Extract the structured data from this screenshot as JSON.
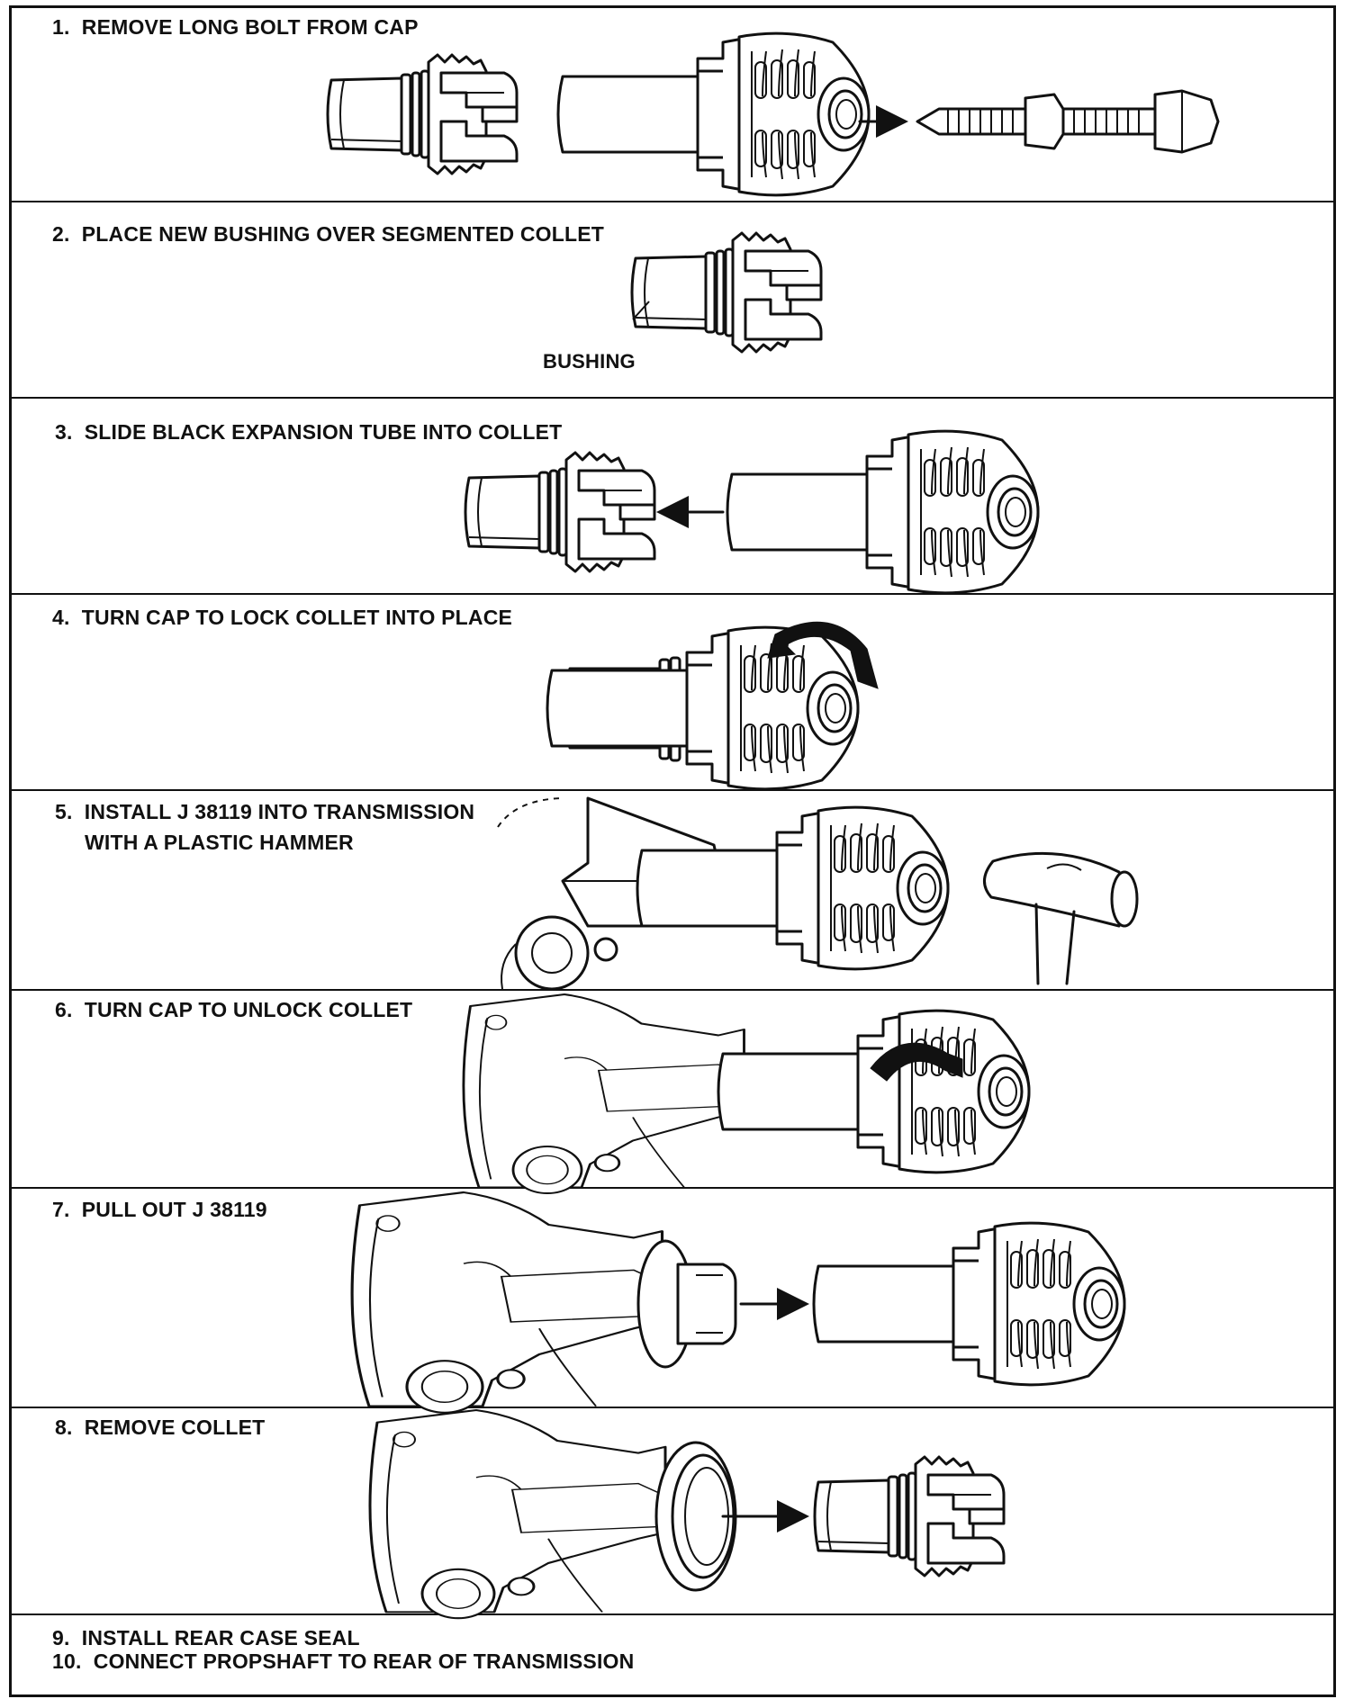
{
  "steps": [
    {
      "text": "1.  REMOVE LONG BOLT FROM CAP"
    },
    {
      "text": "2.  PLACE NEW BUSHING OVER SEGMENTED COLLET",
      "callout": "BUSHING"
    },
    {
      "text": "3.  SLIDE BLACK EXPANSION TUBE INTO COLLET"
    },
    {
      "text": "4.  TURN CAP TO LOCK COLLET INTO PLACE"
    },
    {
      "text": "5.  INSTALL J 38119 INTO TRANSMISSION\n     WITH A PLASTIC HAMMER"
    },
    {
      "text": "6.  TURN CAP TO UNLOCK COLLET"
    },
    {
      "text": "7.  PULL OUT J 38119"
    },
    {
      "text": "8.  REMOVE COLLET"
    },
    {
      "text": "9.  INSTALL REAR CASE SEAL\n10.  CONNECT PROPSHAFT TO REAR OF TRANSMISSION"
    }
  ]
}
